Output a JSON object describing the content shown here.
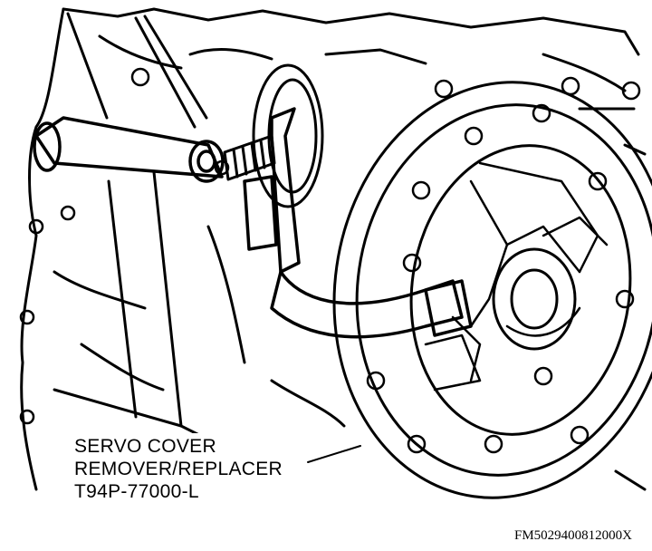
{
  "callout": {
    "line1": "SERVO COVER",
    "line2": "REMOVER/REPLACER",
    "line3": "T94P-77000-L"
  },
  "figure_id": "FM5029400812000X",
  "colors": {
    "ink": "#000000",
    "paper": "#ffffff"
  },
  "icons": [
    "bolt-icon",
    "tool-handle-icon",
    "servo-cover-icon"
  ]
}
